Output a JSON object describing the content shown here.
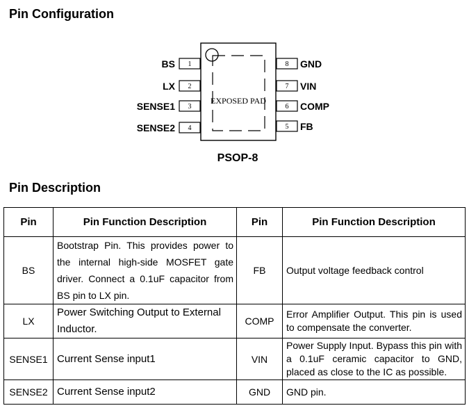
{
  "headings": {
    "pin_configuration": "Pin Configuration",
    "pin_description": "Pin Description"
  },
  "package": {
    "name": "PSOP-8",
    "exposed_pad_label": "EXPOSED PAD",
    "left_pins": [
      {
        "number": "1",
        "name": "BS"
      },
      {
        "number": "2",
        "name": "LX"
      },
      {
        "number": "3",
        "name": "SENSE1"
      },
      {
        "number": "4",
        "name": "SENSE2"
      }
    ],
    "right_pins": [
      {
        "number": "8",
        "name": "GND"
      },
      {
        "number": "7",
        "name": "VIN"
      },
      {
        "number": "6",
        "name": "COMP"
      },
      {
        "number": "5",
        "name": "FB"
      }
    ]
  },
  "table": {
    "headers": [
      "Pin",
      "Pin Function Description",
      "Pin",
      "Pin Function Description"
    ],
    "rows": [
      {
        "pin_a": "BS",
        "desc_a": "Bootstrap Pin. This provides power to the internal high-side MOSFET gate driver. Connect a 0.1uF capacitor from BS pin to LX pin.",
        "pin_b": "FB",
        "desc_b": "Output voltage feedback control"
      },
      {
        "pin_a": "LX",
        "desc_a": "Power Switching Output to External Inductor.",
        "pin_b": "COMP",
        "desc_b": "Error Amplifier Output. This pin is used to compensate the converter."
      },
      {
        "pin_a": "SENSE1",
        "desc_a": "Current Sense input1",
        "pin_b": "VIN",
        "desc_b": "Power Supply Input. Bypass this pin with a 0.1uF ceramic capacitor to GND, placed as close to the IC as possible."
      },
      {
        "pin_a": "SENSE2",
        "desc_a": "Current Sense input2",
        "pin_b": "GND",
        "desc_b": "GND pin."
      }
    ]
  }
}
